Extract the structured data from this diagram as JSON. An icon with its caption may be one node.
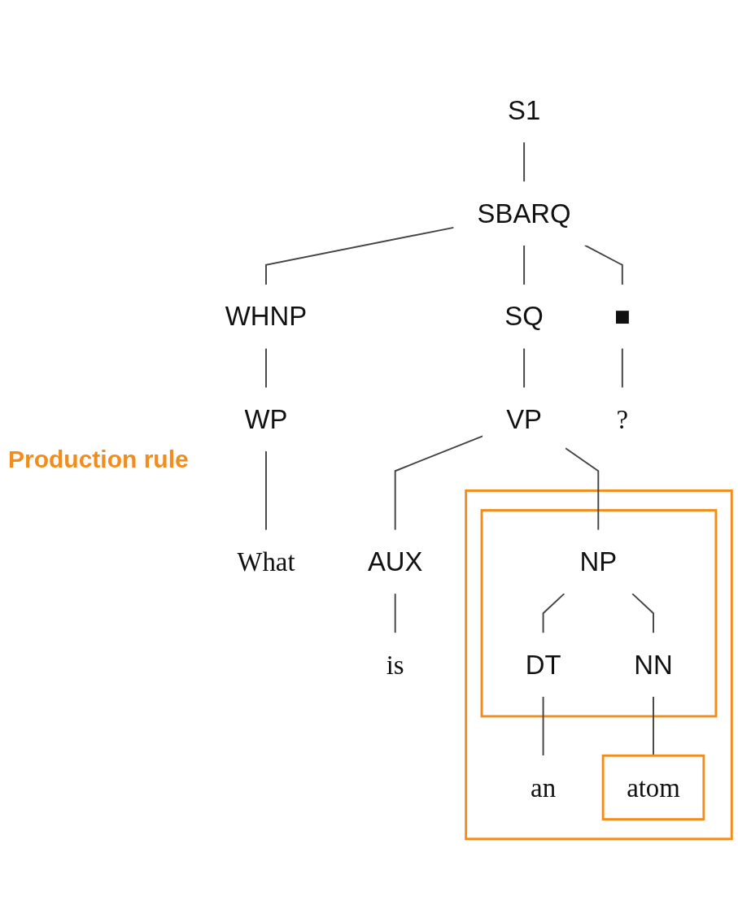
{
  "diagram": {
    "nodes": [
      {
        "text": [
          "S1"
        ]
      },
      {
        "text": [
          "SBARQ"
        ]
      },
      {
        "text": [
          "WHNP"
        ]
      },
      {
        "text": [
          "SQ"
        ]
      },
      {
        "text": [
          "■"
        ]
      },
      {
        "text": [
          "WP"
        ]
      },
      {
        "text": [
          "VP"
        ]
      },
      {
        "text": [
          "?"
        ]
      },
      {
        "text": [
          "What"
        ]
      },
      {
        "text": [
          "AUX"
        ]
      },
      {
        "text": [],
        "shape": "box"
      },
      {
        "text": [],
        "shape": "box",
        "in": 10
      },
      {
        "text": [
          "NP"
        ],
        "in": 11
      },
      {
        "text": [
          "is"
        ]
      },
      {
        "text": [
          "DT"
        ],
        "in": 11
      },
      {
        "text": [
          "NN"
        ],
        "in": 11
      },
      {
        "text": [
          "an"
        ],
        "in": 10
      },
      {
        "text": [
          "atom"
        ],
        "in": 10
      }
    ],
    "edges": [
      {
        "from": 0,
        "to": 1,
        "arrow": "none"
      },
      {
        "from": 1,
        "to": 2,
        "arrow": "none"
      },
      {
        "from": 1,
        "to": 3,
        "arrow": "none"
      },
      {
        "from": 1,
        "to": 4,
        "arrow": "none"
      },
      {
        "from": 2,
        "to": 5,
        "arrow": "none"
      },
      {
        "from": 3,
        "to": 6,
        "arrow": "none"
      },
      {
        "from": 4,
        "to": 7,
        "arrow": "none"
      },
      {
        "from": 5,
        "to": 8,
        "arrow": "none"
      },
      {
        "from": 6,
        "to": 9,
        "arrow": "none"
      },
      {
        "from": 6,
        "to": 12,
        "arrow": "none"
      },
      {
        "from": 9,
        "to": 13,
        "arrow": "none"
      },
      {
        "from": 12,
        "to": 14,
        "arrow": "none"
      },
      {
        "from": 12,
        "to": 15,
        "arrow": "none"
      },
      {
        "from": 14,
        "to": 16,
        "arrow": "none"
      },
      {
        "from": 15,
        "to": 17,
        "arrow": "none"
      }
    ],
    "labels": [
      "Production rule"
    ]
  }
}
